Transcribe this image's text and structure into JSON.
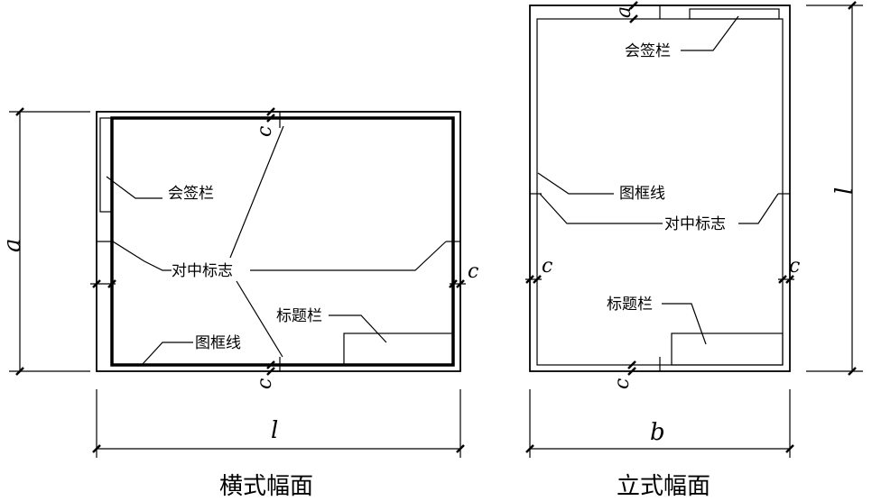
{
  "landscape": {
    "caption": "横式幅面",
    "label_countersign": "会签栏",
    "label_centering": "对中标志",
    "label_frame": "图框线",
    "label_titleblock": "标题栏",
    "dim_width": "l",
    "dim_height": "a",
    "dim_margin": "c"
  },
  "portrait": {
    "caption": "立式幅面",
    "label_countersign": "会签栏",
    "label_frame": "图框线",
    "label_centering": "对中标志",
    "label_titleblock": "标题栏",
    "dim_width": "b",
    "dim_height": "l",
    "dim_margin": "c",
    "dim_top": "a"
  }
}
